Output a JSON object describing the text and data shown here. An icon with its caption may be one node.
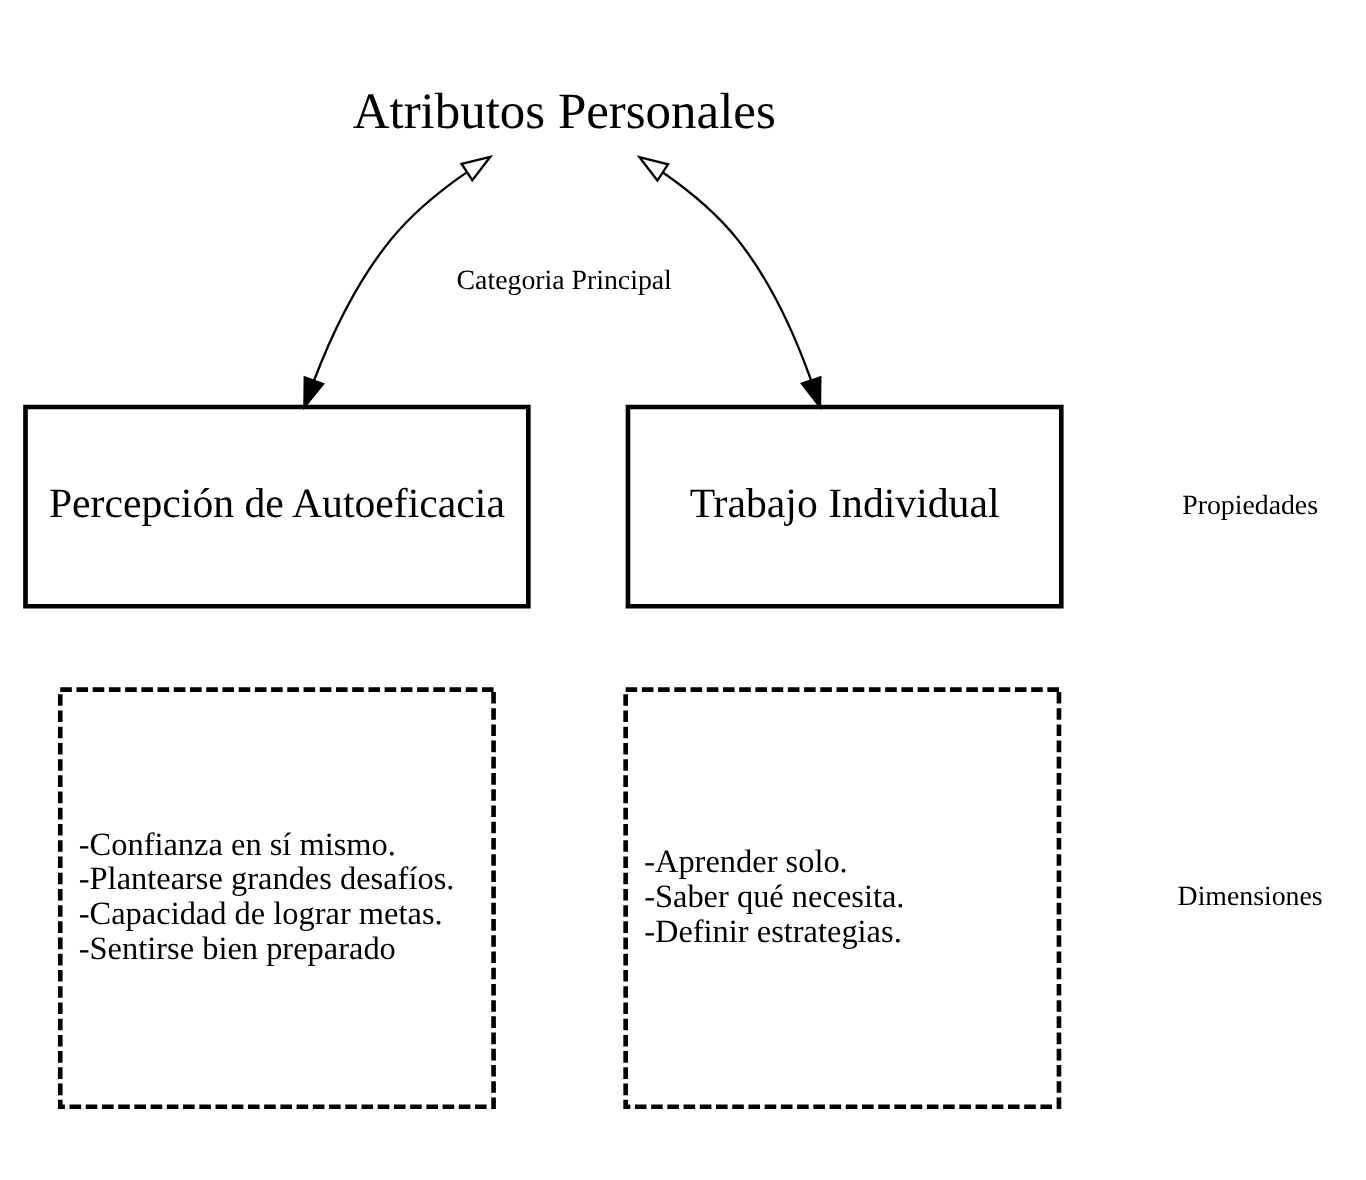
{
  "diagram": {
    "nodes": [
      {
        "text": [
          "Atributos Personales"
        ]
      },
      {
        "text": [
          "Percepción de Autoeficacia"
        ]
      },
      {
        "text": [
          "Trabajo Individual"
        ]
      },
      {
        "text": [
          "-Confianza en sí mismo.",
          "-Plantearse grandes desafíos.",
          "-Capacidad de lograr metas.",
          "-Sentirse bien preparado"
        ]
      },
      {
        "text": [
          "-Aprender solo.",
          "-Saber qué necesita.",
          "-Definir estrategias."
        ]
      }
    ],
    "edges": [
      {
        "from": 0,
        "to": 1,
        "arrow": "both"
      },
      {
        "from": 0,
        "to": 2,
        "arrow": "both"
      }
    ],
    "labels": [
      "Categoria Principal",
      "Propiedades",
      "Dimensiones"
    ]
  }
}
